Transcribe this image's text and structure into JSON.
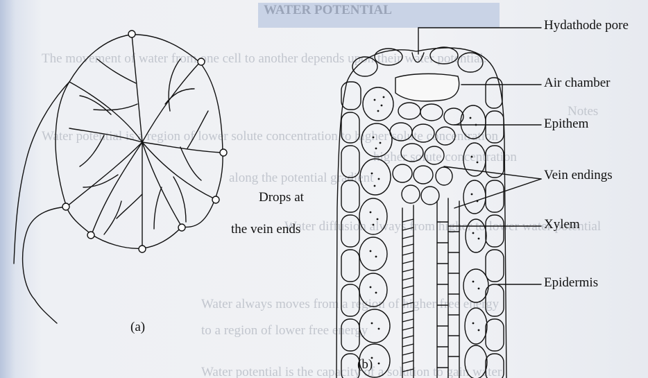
{
  "figure": {
    "panel_a_label": "(a)",
    "panel_b_label": "(b)",
    "drops_caption": [
      "Drops at",
      "the vein ends"
    ],
    "labels": {
      "hydathode_pore": "Hydathode pore",
      "air_chamber": "Air chamber",
      "epithem": "Epithem",
      "vein_endings": "Vein endings",
      "xylem": "Xylem",
      "epidermis": "Epidermis"
    }
  },
  "background_text": {
    "heading": "WATER POTENTIAL",
    "lines": [
      "The movement of water from one cell to another depends upon their water potential.",
      "Notes",
      "Water potential is a region of lower solute concentration to higher solute concentration",
      "higher solute concentration",
      "along the potential gradient",
      "Water diffusion always from higher to lower water potential",
      "Water always moves from a region of higher free energy",
      "to a region of lower free energy",
      "Water potential is the capacity of a solution to gain water"
    ]
  },
  "colors": {
    "ink": "#111111",
    "ghost_text": "#c2c6ce",
    "header_band": "#c9d3e6",
    "page": "#f1f2f5"
  }
}
